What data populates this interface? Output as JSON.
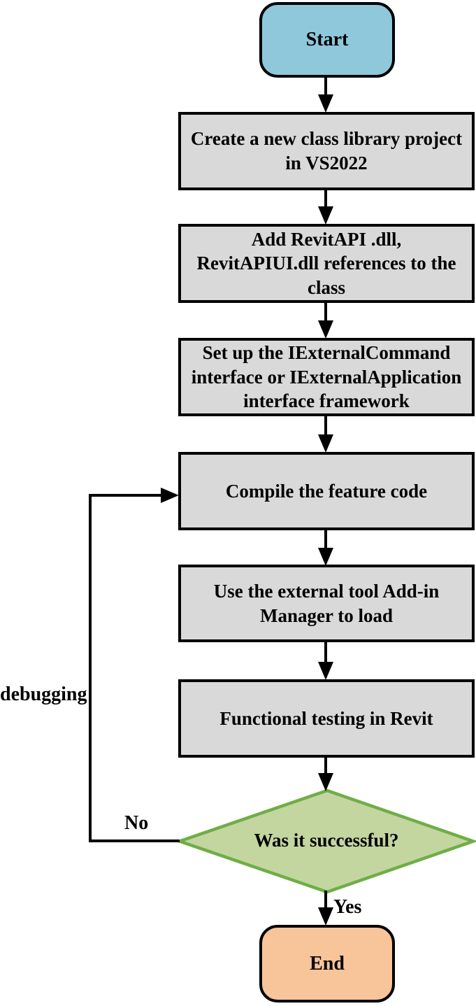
{
  "diagram": {
    "type": "flowchart",
    "nodes": [
      {
        "id": "start",
        "shape": "terminator",
        "label": "Start",
        "fill": "#8FC8DB",
        "stroke": "#000000"
      },
      {
        "id": "create-project",
        "shape": "process",
        "label": "Create a new class library project\nin VS2022",
        "fill": "#D9D9D9",
        "stroke": "#000000"
      },
      {
        "id": "add-references",
        "shape": "process",
        "label": "Add RevitAPI .dll,\nRevitAPIUI.dll references to the\nclass",
        "fill": "#D9D9D9",
        "stroke": "#000000"
      },
      {
        "id": "setup-interface",
        "shape": "process",
        "label": "Set up the IExternalCommand\ninterface or IExternalApplication\ninterface framework",
        "fill": "#D9D9D9",
        "stroke": "#000000"
      },
      {
        "id": "compile-code",
        "shape": "process",
        "label": "Compile the feature code",
        "fill": "#D9D9D9",
        "stroke": "#000000"
      },
      {
        "id": "addin-manager-load",
        "shape": "process",
        "label": "Use the external tool Add-in\nManager to load",
        "fill": "#D9D9D9",
        "stroke": "#000000"
      },
      {
        "id": "functional-testing",
        "shape": "process",
        "label": "Functional testing in Revit",
        "fill": "#D9D9D9",
        "stroke": "#000000"
      },
      {
        "id": "decision-successful",
        "shape": "decision",
        "label": "Was it successful?",
        "fill": "#C3D6A0",
        "stroke": "#6FAE46"
      },
      {
        "id": "end",
        "shape": "terminator",
        "label": "End",
        "fill": "#F8C49A",
        "stroke": "#000000"
      }
    ],
    "edges": [
      {
        "from": "start",
        "to": "create-project"
      },
      {
        "from": "create-project",
        "to": "add-references"
      },
      {
        "from": "add-references",
        "to": "setup-interface"
      },
      {
        "from": "setup-interface",
        "to": "compile-code"
      },
      {
        "from": "compile-code",
        "to": "addin-manager-load"
      },
      {
        "from": "addin-manager-load",
        "to": "functional-testing"
      },
      {
        "from": "functional-testing",
        "to": "decision-successful"
      },
      {
        "from": "decision-successful",
        "to": "end",
        "label": "Yes"
      },
      {
        "from": "decision-successful",
        "to": "compile-code",
        "label": "No",
        "via_label": "debugging"
      }
    ],
    "labels": {
      "yes": "Yes",
      "no": "No",
      "debugging": "debugging"
    },
    "colors": {
      "background": "#ffffff",
      "line": "#000000",
      "text": "#000000",
      "start_fill": "#8FC8DB",
      "process_fill": "#D9D9D9",
      "decision_fill": "#C3D6A0",
      "decision_stroke": "#6FAE46",
      "end_fill": "#F8C49A"
    }
  }
}
